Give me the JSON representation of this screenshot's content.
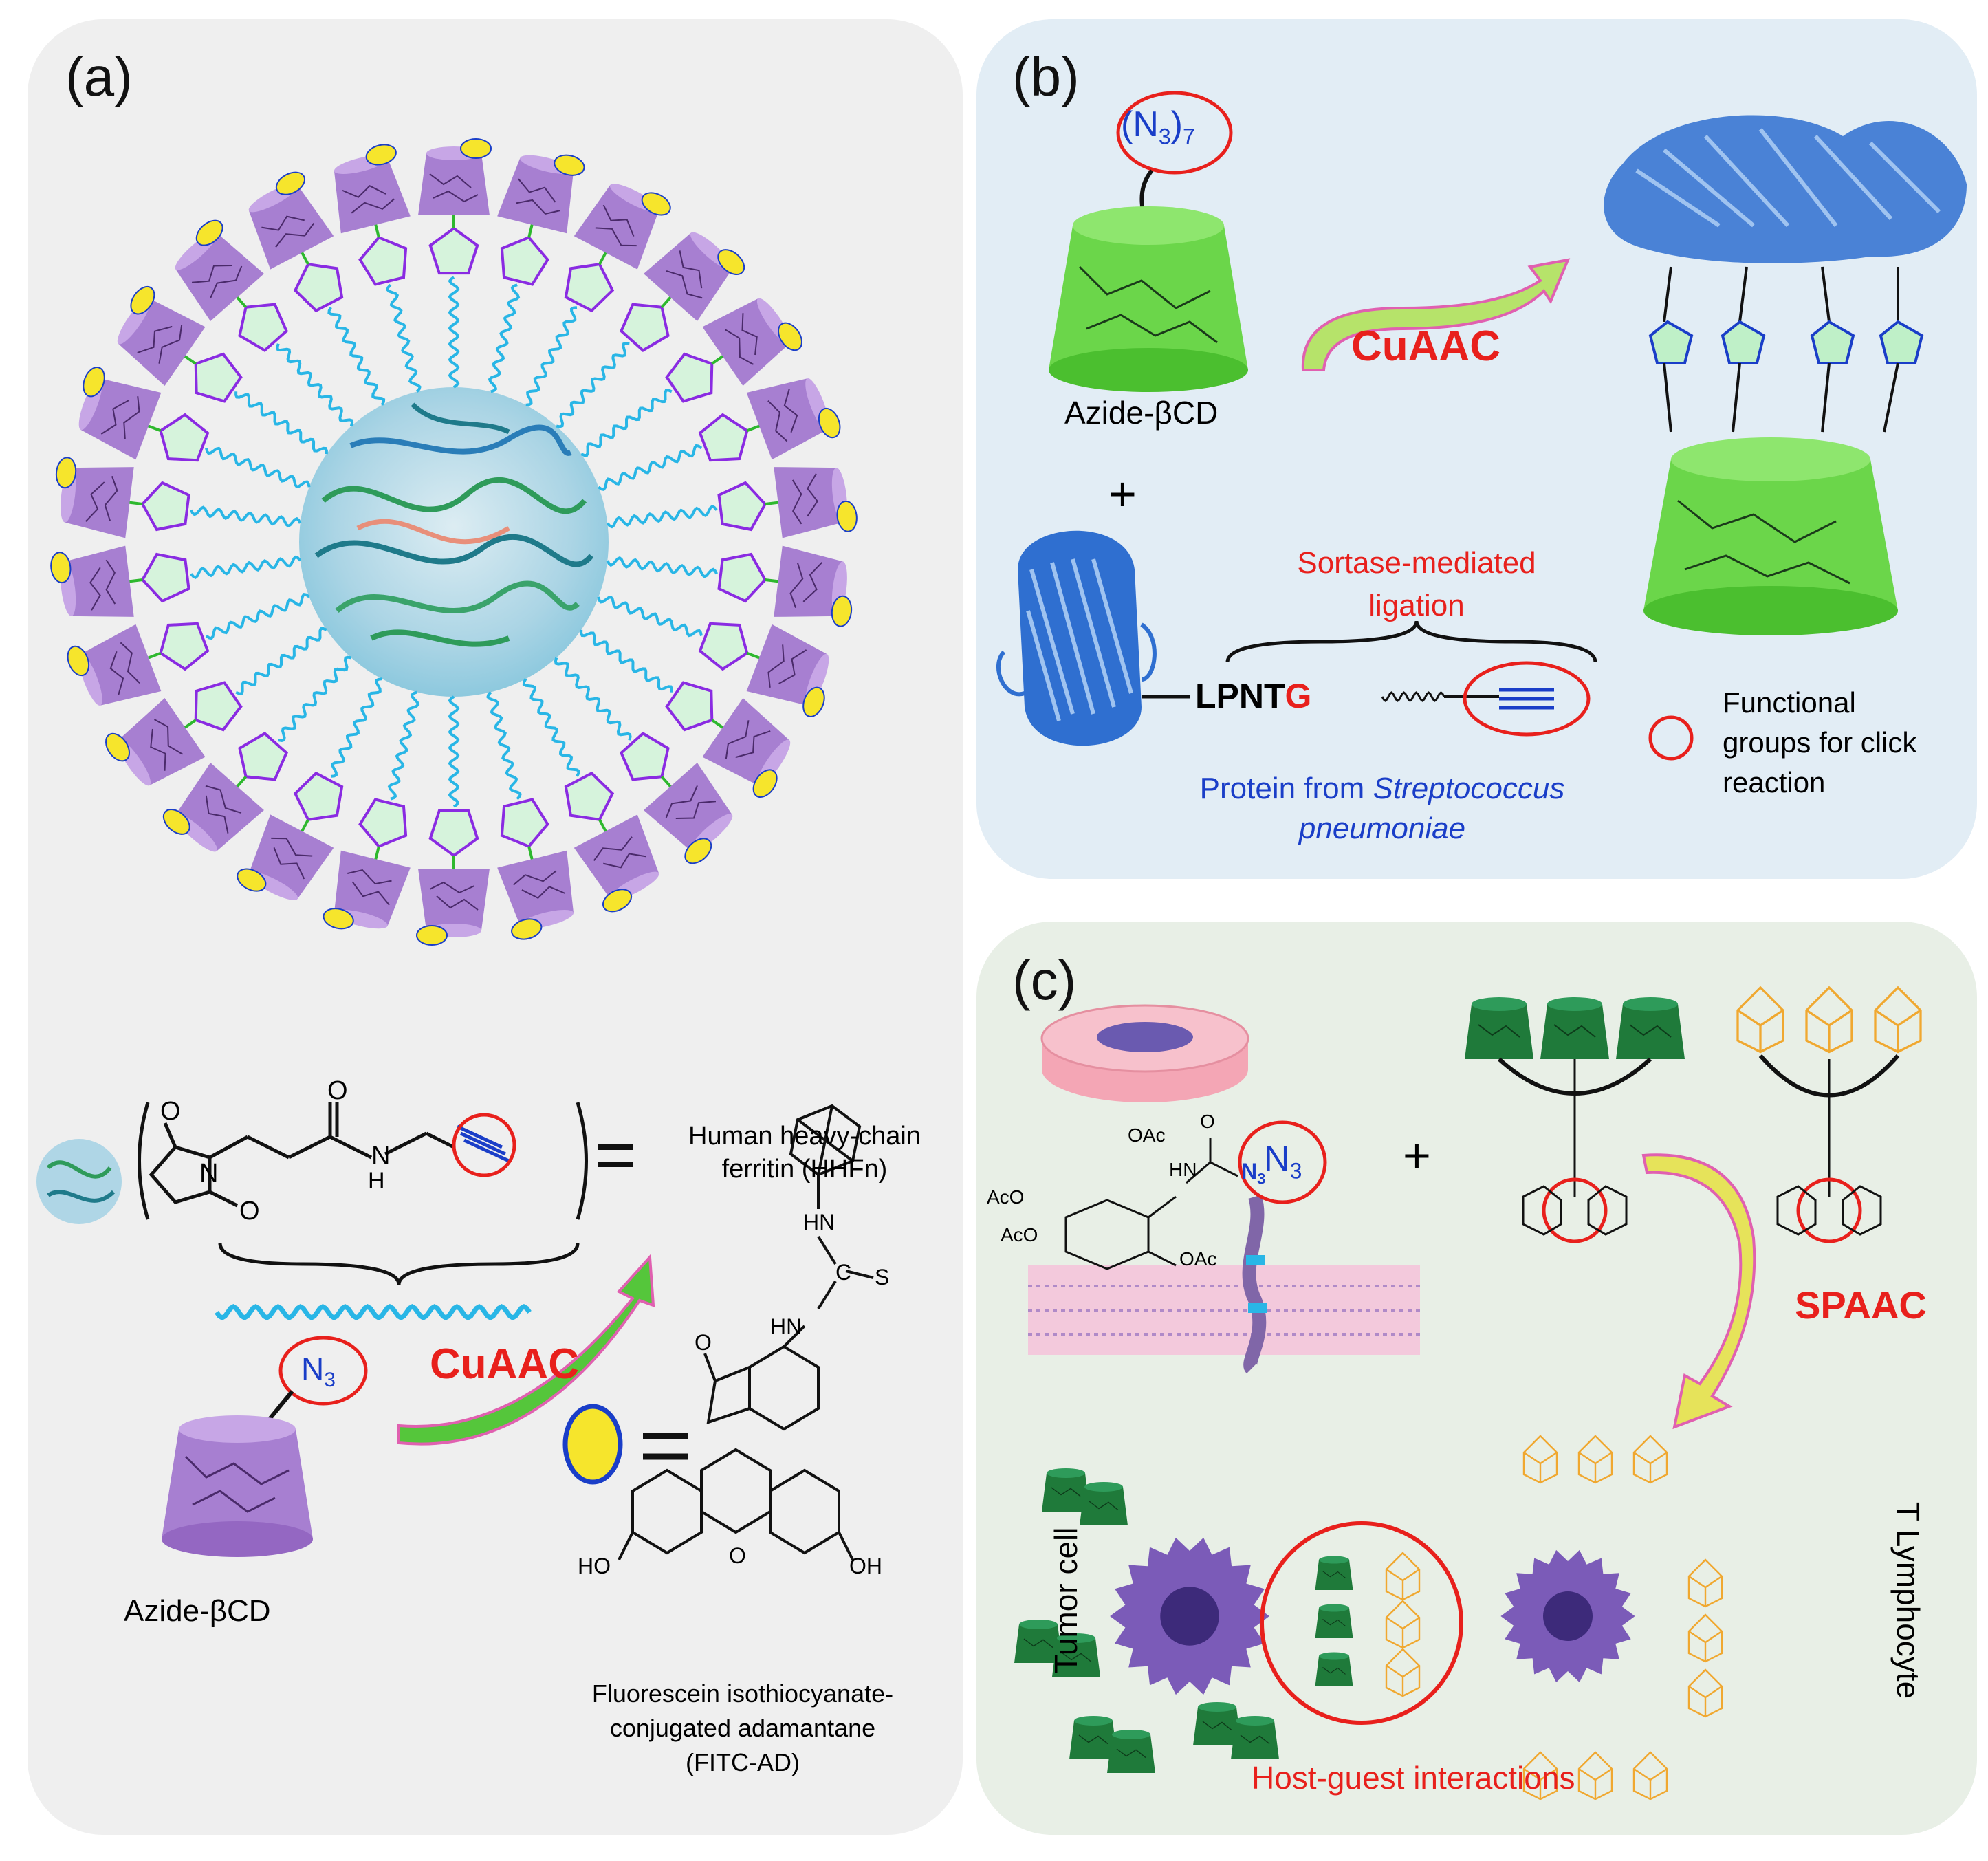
{
  "panel_a": {
    "label": "(a)",
    "hhfn_label_line1": "Human heavy-chain",
    "hhfn_label_line2": "ferritin (HHFn)",
    "azide_symbol": "N",
    "azide_subscript": "3",
    "reaction": "CuAAC",
    "azide_bcd_label": "Azide-βCD",
    "chem_O": "O",
    "chem_N": "N",
    "chem_NH": "H",
    "chem_HN": "HN",
    "chem_C": "C",
    "chem_S": "S",
    "chem_HO": "HO",
    "chem_OH": "OH",
    "equals": "=",
    "fitc_line1": "Fluorescein isothiocyanate-",
    "fitc_line2": "conjugated adamantane",
    "fitc_line3": "(FITC-AD)"
  },
  "panel_b": {
    "label": "(b)",
    "azide_group": "(N",
    "azide_sub3": "3",
    "azide_close": ")",
    "azide_sub7": "7",
    "azide_bcd_label": "Azide-βCD",
    "reaction": "CuAAC",
    "plus": "+",
    "sortase_line1": "Sortase-mediated",
    "sortase_line2": "ligation",
    "motif_lpnt": "LPNT",
    "motif_g": "G",
    "protein_prefix": "Protein from ",
    "protein_species1": "Streptococcus",
    "protein_species2": "pneumoniae",
    "legend_line1": "Functional",
    "legend_line2": "groups for click",
    "legend_line3": "reaction"
  },
  "panel_c": {
    "label": "(c)",
    "plus": "+",
    "reaction": "SPAAC",
    "azide_symbol": "N",
    "azide_subscript": "3",
    "sugar_oac1": "OAc",
    "sugar_aco1": "AcO",
    "sugar_aco2": "AcO",
    "sugar_oac2": "OAc",
    "sugar_hn": "HN",
    "sugar_n3": "N",
    "sugar_n3_sub": "3",
    "sugar_o": "O",
    "chem_N": "N",
    "tumor_cell": "Tumor cell",
    "t_lymphocyte": "T Lymphocyte",
    "host_guest": "Host-guest interactions"
  },
  "colors": {
    "red": "#e8201c",
    "blue_text": "#1a3ec8",
    "purple_cd": "#a77fd1",
    "green_cd": "#6bd64a",
    "dark_green": "#1f7a3a",
    "protein_blue": "#2f6fd0",
    "triazole_purple": "#8a2be2",
    "linker_cyan": "#29b6e6",
    "adamantane_orange": "#f0a830"
  }
}
